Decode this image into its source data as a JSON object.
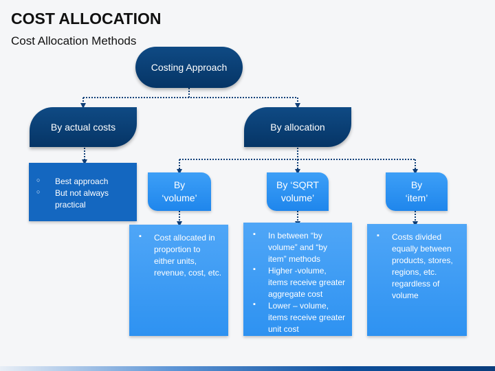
{
  "title": "COST ALLOCATION",
  "subtitle": "Cost Allocation Methods",
  "root": {
    "label": "Costing Approach"
  },
  "level1": [
    {
      "label": "By actual costs"
    },
    {
      "label": "By allocation"
    }
  ],
  "actual_costs_card": {
    "items": [
      "Best approach",
      "But not always practical"
    ]
  },
  "allocation_methods": [
    {
      "label": "By\n‘volume’",
      "items": [
        "Cost allocated in proportion to either units, revenue, cost, etc."
      ]
    },
    {
      "label": "By ‘SQRT\nvolume’",
      "items": [
        "In between “by volume” and “by item” methods",
        "Higher -volume, items receive greater aggregate cost",
        "Lower – volume, items receive greater unit cost"
      ]
    },
    {
      "label": "By\n‘item’",
      "items": [
        "Costs divided equally between products, stores, regions, etc. regardless of volume"
      ]
    }
  ],
  "colors": {
    "dark_blue": "#063566",
    "mid_blue": "#1467c0",
    "light_blue": "#2e92f1",
    "connector": "#0f3f78"
  }
}
